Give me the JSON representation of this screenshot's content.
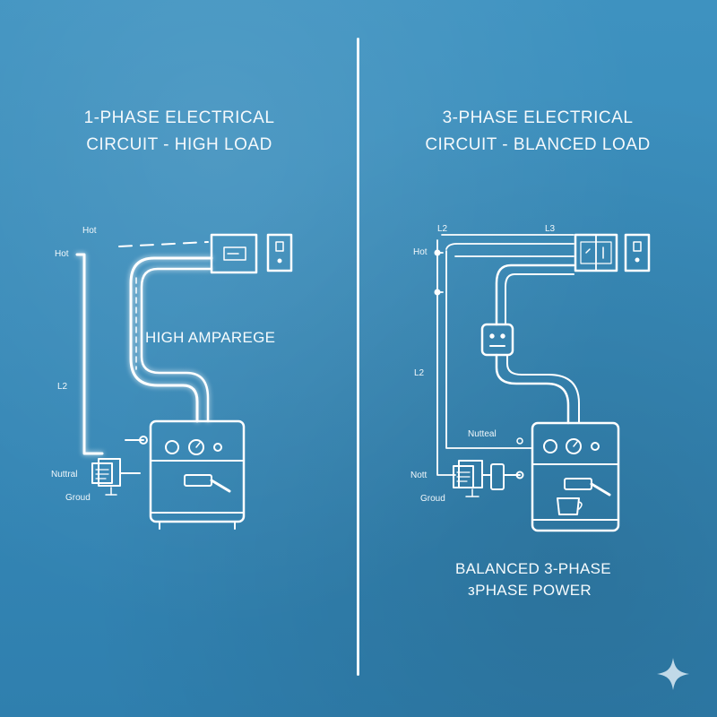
{
  "left": {
    "title_line1": "1-PHASE ELECTRICAL",
    "title_line2": "CIRCUIT  - HIGH LOAD",
    "labels": {
      "hot_top": "Hot",
      "hot_side": "Hot",
      "l2": "L2",
      "neutral": "Nuttral",
      "ground": "Groud"
    },
    "annotation": "HIGH AMPAREGE"
  },
  "right": {
    "title_line1": "3-PHASE ELECTRICAL",
    "title_line2": "CIRCUIT - BLANCED LOAD",
    "labels": {
      "l2_top": "L2",
      "l3_top": "L3",
      "hot": "Hot",
      "l2_side": "L2",
      "neutral": "Nutteal",
      "nott": "Nott",
      "ground": "Groud"
    },
    "annotation_line1": "BALANCED 3-PHASE",
    "annotation_line2": "зPHASE POWER"
  },
  "colors": {
    "background": "#3a8cba",
    "line": "#ffffff"
  }
}
